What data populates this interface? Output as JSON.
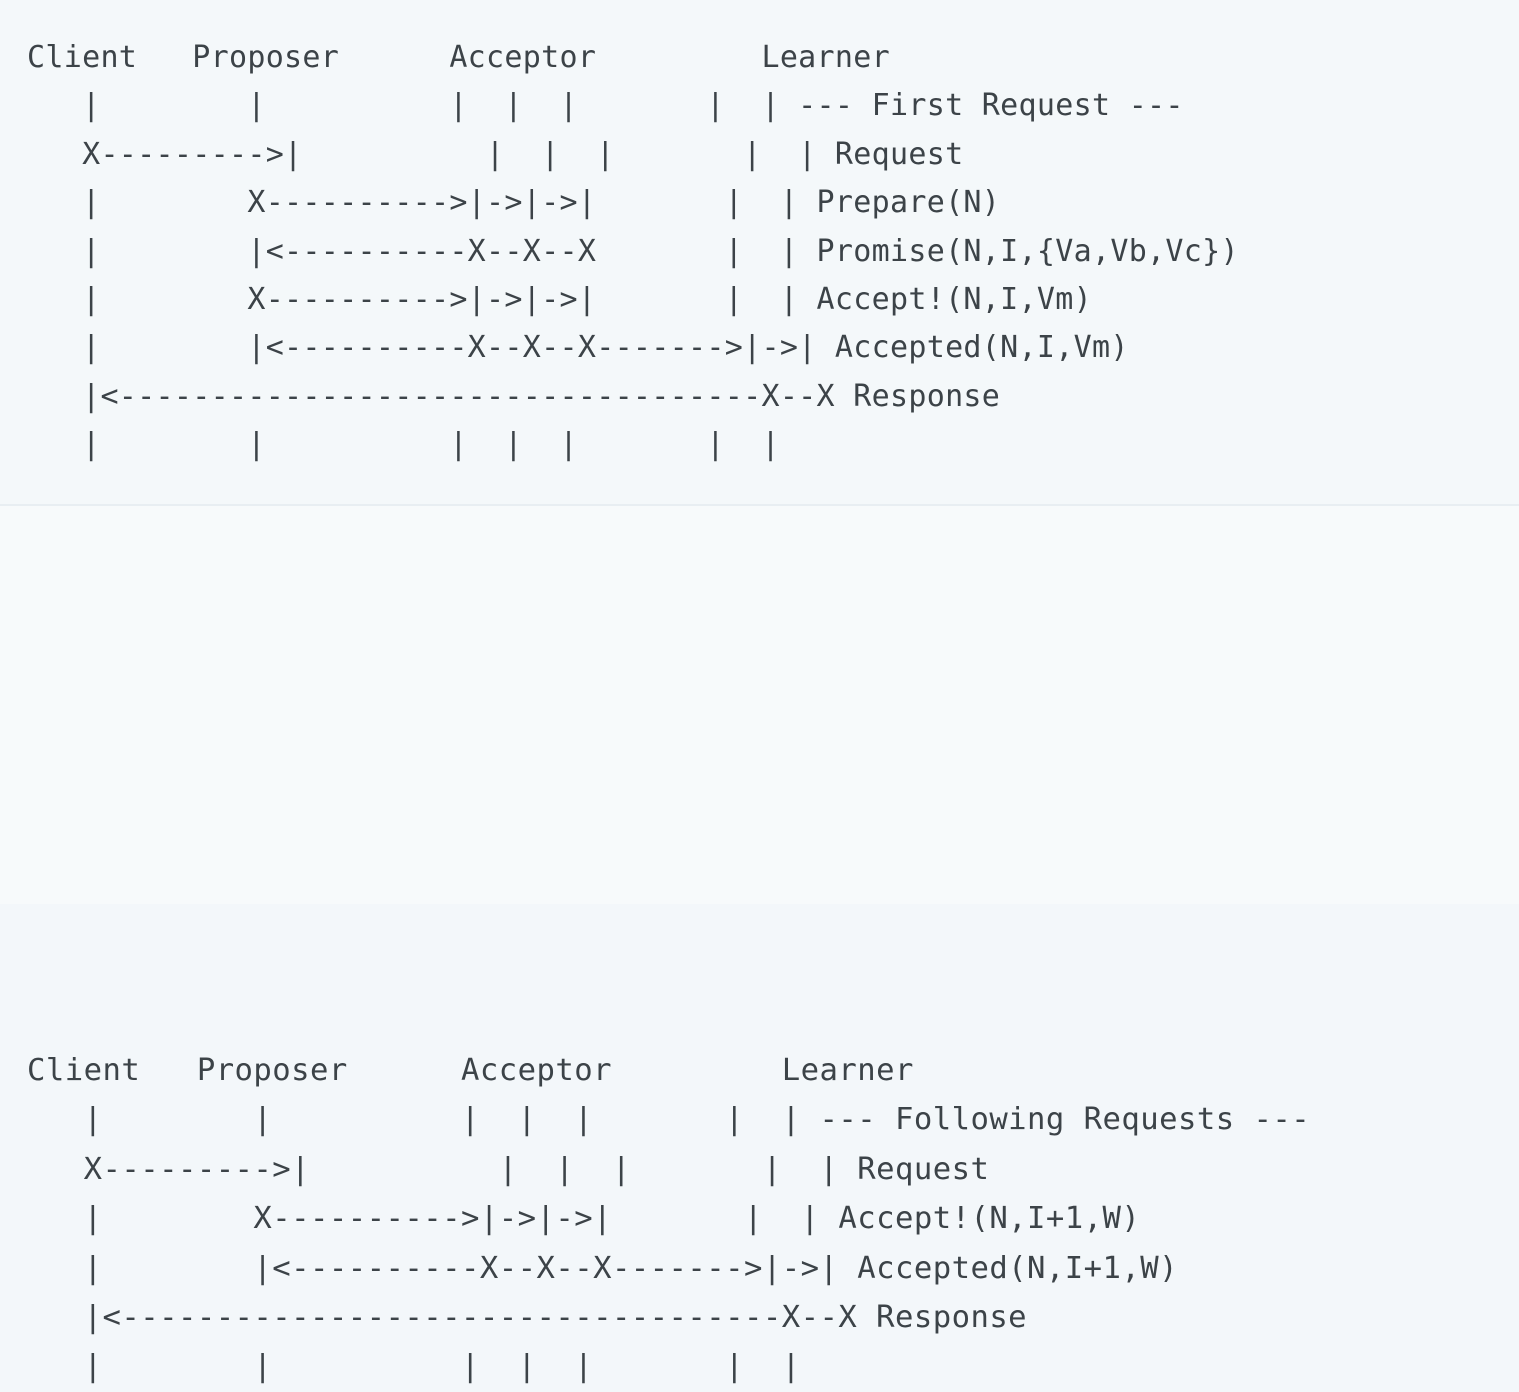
{
  "page": {
    "title": "Paxos Protocol Message Flow (ASCII sequence diagram)",
    "background_color": "#f3f7fa",
    "text_color": "#3c4348",
    "divider_color": "#e8eef2",
    "font": "monospace"
  },
  "roles": [
    "Client",
    "Proposer",
    "Acceptor",
    "Learner"
  ],
  "blocks": [
    {
      "id": "first-request",
      "annotation": "--- First Request ---",
      "header_line": "Client   Proposer      Acceptor         Learner",
      "messages": [
        "Request",
        "Prepare(N)",
        "Promise(N,I,{Va,Vb,Vc})",
        "Accept!(N,I,Vm)",
        "Accepted(N,I,Vm)",
        "Response"
      ],
      "ascii": "Client   Proposer      Acceptor         Learner\n   |        |          |  |  |       |  | --- First Request ---\n   X--------->|          |  |  |       |  | Request\n   |        X---------->|->|->|       |  | Prepare(N)\n   |        |<----------X--X--X       |  | Promise(N,I,{Va,Vb,Vc})\n   |        X---------->|->|->|       |  | Accept!(N,I,Vm)\n   |        |<----------X--X--X------->|->| Accepted(N,I,Vm)\n   |<-----------------------------------X--X Response\n   |        |          |  |  |       |  |"
    },
    {
      "id": "following-requests",
      "annotation": "--- Following Requests ---",
      "header_line": "Client   Proposer      Acceptor         Learner",
      "messages": [
        "Request",
        "Accept!(N,I+1,W)",
        "Accepted(N,I+1,W)",
        "Response"
      ],
      "ascii": "Client   Proposer      Acceptor         Learner\n   |        |          |  |  |       |  | --- Following Requests ---\n   X--------->|          |  |  |       |  | Request\n   |        X---------->|->|->|       |  | Accept!(N,I+1,W)\n   |        |<----------X--X--X------->|->| Accepted(N,I+1,W)\n   |<-----------------------------------X--X Response\n   |        |          |  |  |       |  |"
    }
  ]
}
